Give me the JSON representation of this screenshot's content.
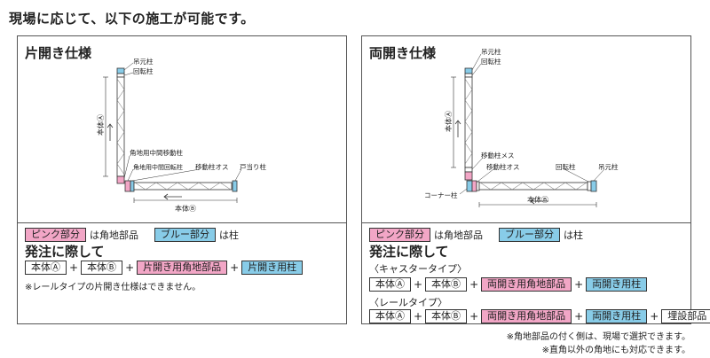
{
  "heading": "現場に応じて、以下の施工が可能です。",
  "left_panel": {
    "title": "片開き仕様",
    "labels": {
      "yoshimoto": "吊元柱",
      "kaiten": "回転柱",
      "hontai_a": "本体Ⓐ",
      "kakuchi_chukan_ido": "角地用中間移動柱",
      "kakuchi_chukan_kaiten": "角地用中間回転柱",
      "ido_osu": "移動柱オス",
      "toatari": "戸当り柱",
      "hontai_b": "本体Ⓑ"
    },
    "legend": {
      "pink_tag": "ピンク部分",
      "pink_text": "は角地部品",
      "blue_tag": "ブルー部分",
      "blue_text": "は柱"
    },
    "order_title": "発注に際して",
    "formula": [
      "本体Ⓐ",
      "本体Ⓑ",
      "片開き用角地部品",
      "片開き用柱"
    ],
    "note": "※レールタイプの片開き仕様はできません。"
  },
  "right_panel": {
    "title": "両開き仕様",
    "labels": {
      "yoshimoto": "吊元柱",
      "kaiten": "回転柱",
      "hontai_a": "本体Ⓐ",
      "ido_mesu": "移動柱メス",
      "ido_osu": "移動柱オス",
      "kaiten2": "回転柱",
      "yoshimoto2": "吊元柱",
      "corner": "コーナー柱",
      "hontai_b": "本体Ⓑ"
    },
    "legend": {
      "pink_tag": "ピンク部分",
      "pink_text": "は角地部品",
      "blue_tag": "ブルー部分",
      "blue_text": "は柱"
    },
    "order_title": "発注に際して",
    "caster_label": "〈キャスタータイプ〉",
    "caster_formula": [
      "本体Ⓐ",
      "本体Ⓑ",
      "両開き用角地部品",
      "両開き用柱"
    ],
    "rail_label": "〈レールタイプ〉",
    "rail_formula": [
      "本体Ⓐ",
      "本体Ⓑ",
      "両開き用角地部品",
      "両開き用柱",
      "埋設部品"
    ],
    "plus": "+"
  },
  "footnotes": [
    "※角地部品の付く側は、現場で選択できます。",
    "※直角以外の角地にも対応できます。"
  ],
  "colors": {
    "pink": "#f2a6c6",
    "blue": "#88cce8"
  }
}
